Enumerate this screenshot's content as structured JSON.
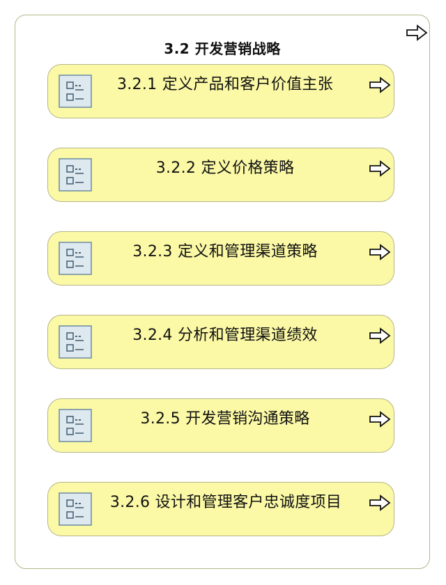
{
  "group": {
    "title": "3.2 开发营销战略",
    "icon": "arrow-right-outline-icon"
  },
  "items": [
    {
      "label": "3.2.1 定义产品和客户价值主张",
      "icon": "process-list-icon"
    },
    {
      "label": "3.2.2 定义价格策略",
      "icon": "process-list-icon"
    },
    {
      "label": "3.2.3 定义和管理渠道策略",
      "icon": "process-list-icon"
    },
    {
      "label": "3.2.4 分析和管理渠道绩效",
      "icon": "process-list-icon"
    },
    {
      "label": "3.2.5 开发营销沟通策略",
      "icon": "process-list-icon"
    },
    {
      "label": "3.2.6 设计和管理客户忠诚度项目",
      "icon": "process-list-icon"
    }
  ],
  "colors": {
    "item_fill": "#fbf9a6",
    "border": "#b5b58a",
    "icon_fill": "#dde8ef",
    "icon_stroke": "#6b8aa0"
  }
}
